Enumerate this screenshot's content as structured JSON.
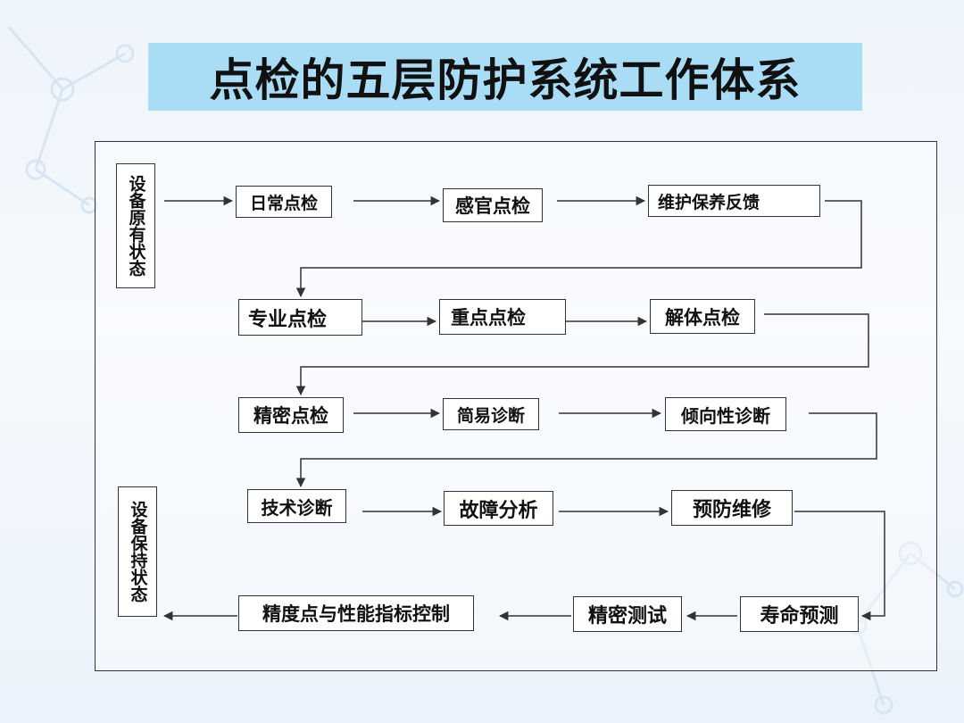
{
  "title": "点检的五层防护系统工作体系",
  "nodes": {
    "start_state": "设备原有状态",
    "end_state": "设备保持状态",
    "daily_check": "日常点检",
    "sensory_check": "感官点检",
    "maintenance_feedback": "维护保养反馈",
    "professional_check": "专业点检",
    "key_check": "重点点检",
    "disassembly_check": "解体点检",
    "precision_check": "精密点检",
    "simple_diagnosis": "简易诊断",
    "trend_diagnosis": "倾向性诊断",
    "technical_diagnosis": "技术诊断",
    "fault_analysis": "故障分析",
    "preventive_repair": "预防维修",
    "life_prediction": "寿命预测",
    "precision_test": "精密测试",
    "precision_control": "精度点与性能指标控制"
  },
  "colors": {
    "title_bg": "#a9dcf5",
    "line": "#333333"
  }
}
